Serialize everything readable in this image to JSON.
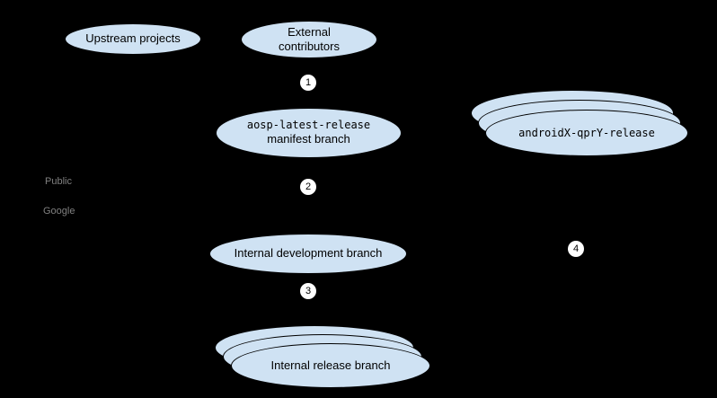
{
  "diagram": {
    "colors": {
      "background": "#000000",
      "node_fill": "#cfe2f3",
      "node_border": "#000000",
      "step_circle_fill": "#ffffff",
      "zone_label_text": "#808080"
    },
    "nodes": {
      "upstream": {
        "label": "Upstream projects"
      },
      "external": {
        "label": "External contributors"
      },
      "aosp_manifest": {
        "code": "aosp-latest-release",
        "label": "manifest branch"
      },
      "qpr_release": {
        "code": "androidX-qprY-release"
      },
      "internal_dev": {
        "label": "Internal development branch"
      },
      "internal_release": {
        "label": "Internal release branch"
      }
    },
    "steps": {
      "s1": "1",
      "s2": "2",
      "s3": "3",
      "s4": "4"
    },
    "zones": {
      "public": "Public",
      "google": "Google"
    }
  }
}
